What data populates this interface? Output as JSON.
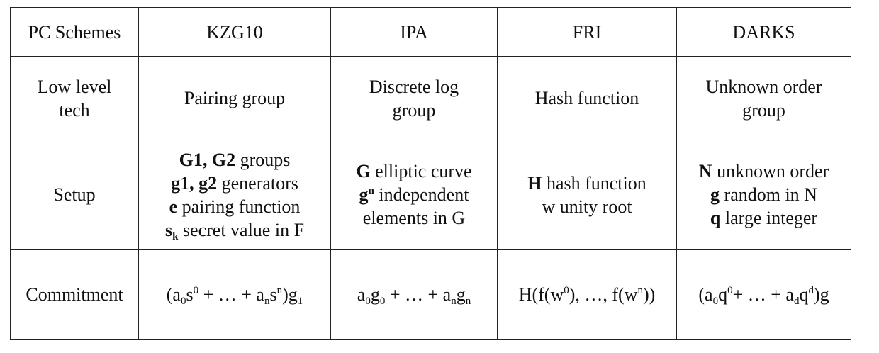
{
  "header": {
    "row_label": "PC Schemes",
    "schemes": [
      "KZG10",
      "IPA",
      "FRI",
      "DARKS"
    ]
  },
  "low_level_tech": {
    "label_line1": "Low level",
    "label_line2": "tech",
    "kzg_line1": "Pairing group",
    "ipa_line1": "Discrete log",
    "ipa_line2": "group",
    "fri_line1": "Hash function",
    "darks_line1": "Unknown order",
    "darks_line2": "group"
  },
  "setup": {
    "label": "Setup",
    "kzg": {
      "l1_b1": "G1",
      "l1_sep": ", ",
      "l1_b2": "G2",
      "l1_rest": " groups",
      "l2_b1": "g1",
      "l2_sep": ", ",
      "l2_b2": "g2",
      "l2_rest": " generators",
      "l3_b": "e",
      "l3_rest": " pairing function",
      "l4_b": "s",
      "l4_sub": "k",
      "l4_rest": " secret value in F"
    },
    "ipa": {
      "l1_b": "G",
      "l1_rest": " elliptic curve",
      "l2_b": "g",
      "l2_sup": "n",
      "l2_rest": " independent",
      "l3": "elements in G"
    },
    "fri": {
      "l1_b": "H",
      "l1_rest": " hash function",
      "l2": "w unity root"
    },
    "darks": {
      "l1_b": "N",
      "l1_rest": " unknown order",
      "l2_b": "g",
      "l2_rest": " random in N",
      "l3_b": "q",
      "l3_rest": " large integer"
    }
  },
  "commitment": {
    "label": "Commitment",
    "kzg": {
      "p1": "(a",
      "s1": "0",
      "p2": "s",
      "e1": "0",
      "p3": " + … + a",
      "s2": "n",
      "p4": "s",
      "e2": "n",
      "p5": ")g",
      "s3": "1"
    },
    "ipa": {
      "p1": "a",
      "s1": "0",
      "p2": "g",
      "s2": "0",
      "p3": " + … + a",
      "s3": "n",
      "p4": "g",
      "s4": "n"
    },
    "fri": {
      "p1": "H(f(w",
      "e1": "0",
      "p2": "), …, f(w",
      "e2": "n",
      "p3": "))"
    },
    "darks": {
      "p1": "(a",
      "s1": "0",
      "p2": "q",
      "e1": "0",
      "p3": "+ … + a",
      "s2": "d",
      "p4": "q",
      "e2": "d",
      "p5": ")g"
    }
  }
}
